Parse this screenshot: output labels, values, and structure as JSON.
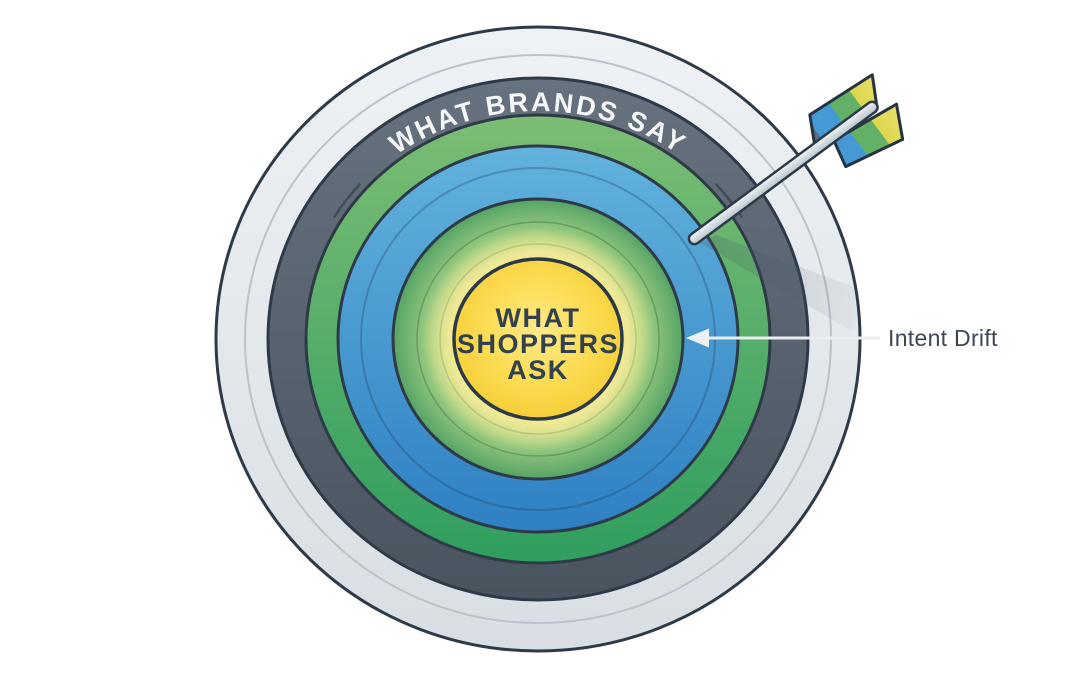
{
  "diagram": {
    "type": "target-bullseye-illustration",
    "outer_ring_label": "WHAT BRANDS SAY",
    "bullseye_label_lines": [
      "WHAT",
      "SHOPPERS",
      "ASK"
    ],
    "annotation_label": "Intent Drift",
    "rings_order_outer_to_inner": [
      "light-gray",
      "dark-slate",
      "green",
      "blue",
      "green",
      "yellow-bullseye"
    ]
  },
  "icons": {
    "dart": "dart-arrow-icon",
    "annotation_pointer": "left-arrow-icon"
  },
  "colors": {
    "background": "#ffffff",
    "outline": "#2e3a48",
    "ring_gray_top": "#eff2f5",
    "ring_gray_bottom": "#d8dee3",
    "ring_gray_line": "#bac3cb",
    "ring_slate_top": "#67727f",
    "ring_slate_bottom": "#49545f",
    "ring_green_outer_top": "#6ab570",
    "ring_green_outer_bottom": "#2f9e5f",
    "ring_blue_top": "#62b2dd",
    "ring_blue_bottom": "#2f80c3",
    "ring_green_inner": "#5aa868",
    "bullseye_yellow": "#f8d644",
    "bullseye_glow": "#fdeb94",
    "outer_ring_text": "#f5f7f9",
    "bullseye_text": "#33404e",
    "annotation_text": "#3d4754",
    "annotation_line": "#e9edef",
    "dart_shaft_light": "#f4f7f9",
    "dart_shaft_dark": "#b4c1ca",
    "vane_slate": "#5f6d7a",
    "vane_blue": "#459ad5",
    "vane_green": "#63b167",
    "vane_yellow": "#ddd64e"
  }
}
